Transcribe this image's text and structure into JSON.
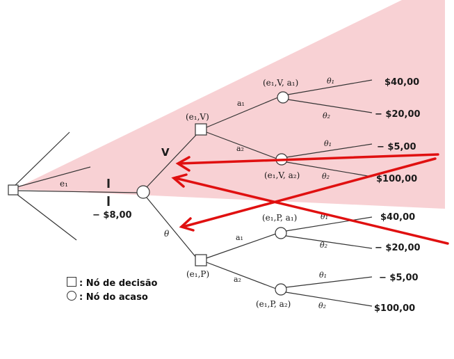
{
  "tree": {
    "root_branch": "e₁",
    "root_cost": "− $8,00",
    "v_branch": "V",
    "p_branch": "θ",
    "node_e1v": "(e₁,V)",
    "node_e1p": "(e₁,P)",
    "node_e1va1": "(e₁,V, a₁)",
    "node_e1va2": "(e₁,V, a₂)",
    "node_e1pa1": "(e₁,P, a₁)",
    "node_e1pa2": "(e₁,P, a₂)",
    "a1": "a₁",
    "a2": "a₂",
    "theta1": "θ₁",
    "theta2": "θ₂",
    "pay_v_a1_t1": "$40,00",
    "pay_v_a1_t2": "− $20,00",
    "pay_v_a2_t1": "− $5,00",
    "pay_v_a2_t2": "$100,00",
    "pay_p_a1_t1": "$40,00",
    "pay_p_a1_t2": "− $20,00",
    "pay_p_a2_t1": "− $5,00",
    "pay_p_a2_t2": "$100,00"
  },
  "legend": {
    "decision": ": Nó  de  decisão",
    "chance": ": Nó  do  acaso"
  },
  "colors": {
    "highlight": "#f7c9cc",
    "arrow": "#e01010",
    "line": "#333333"
  }
}
